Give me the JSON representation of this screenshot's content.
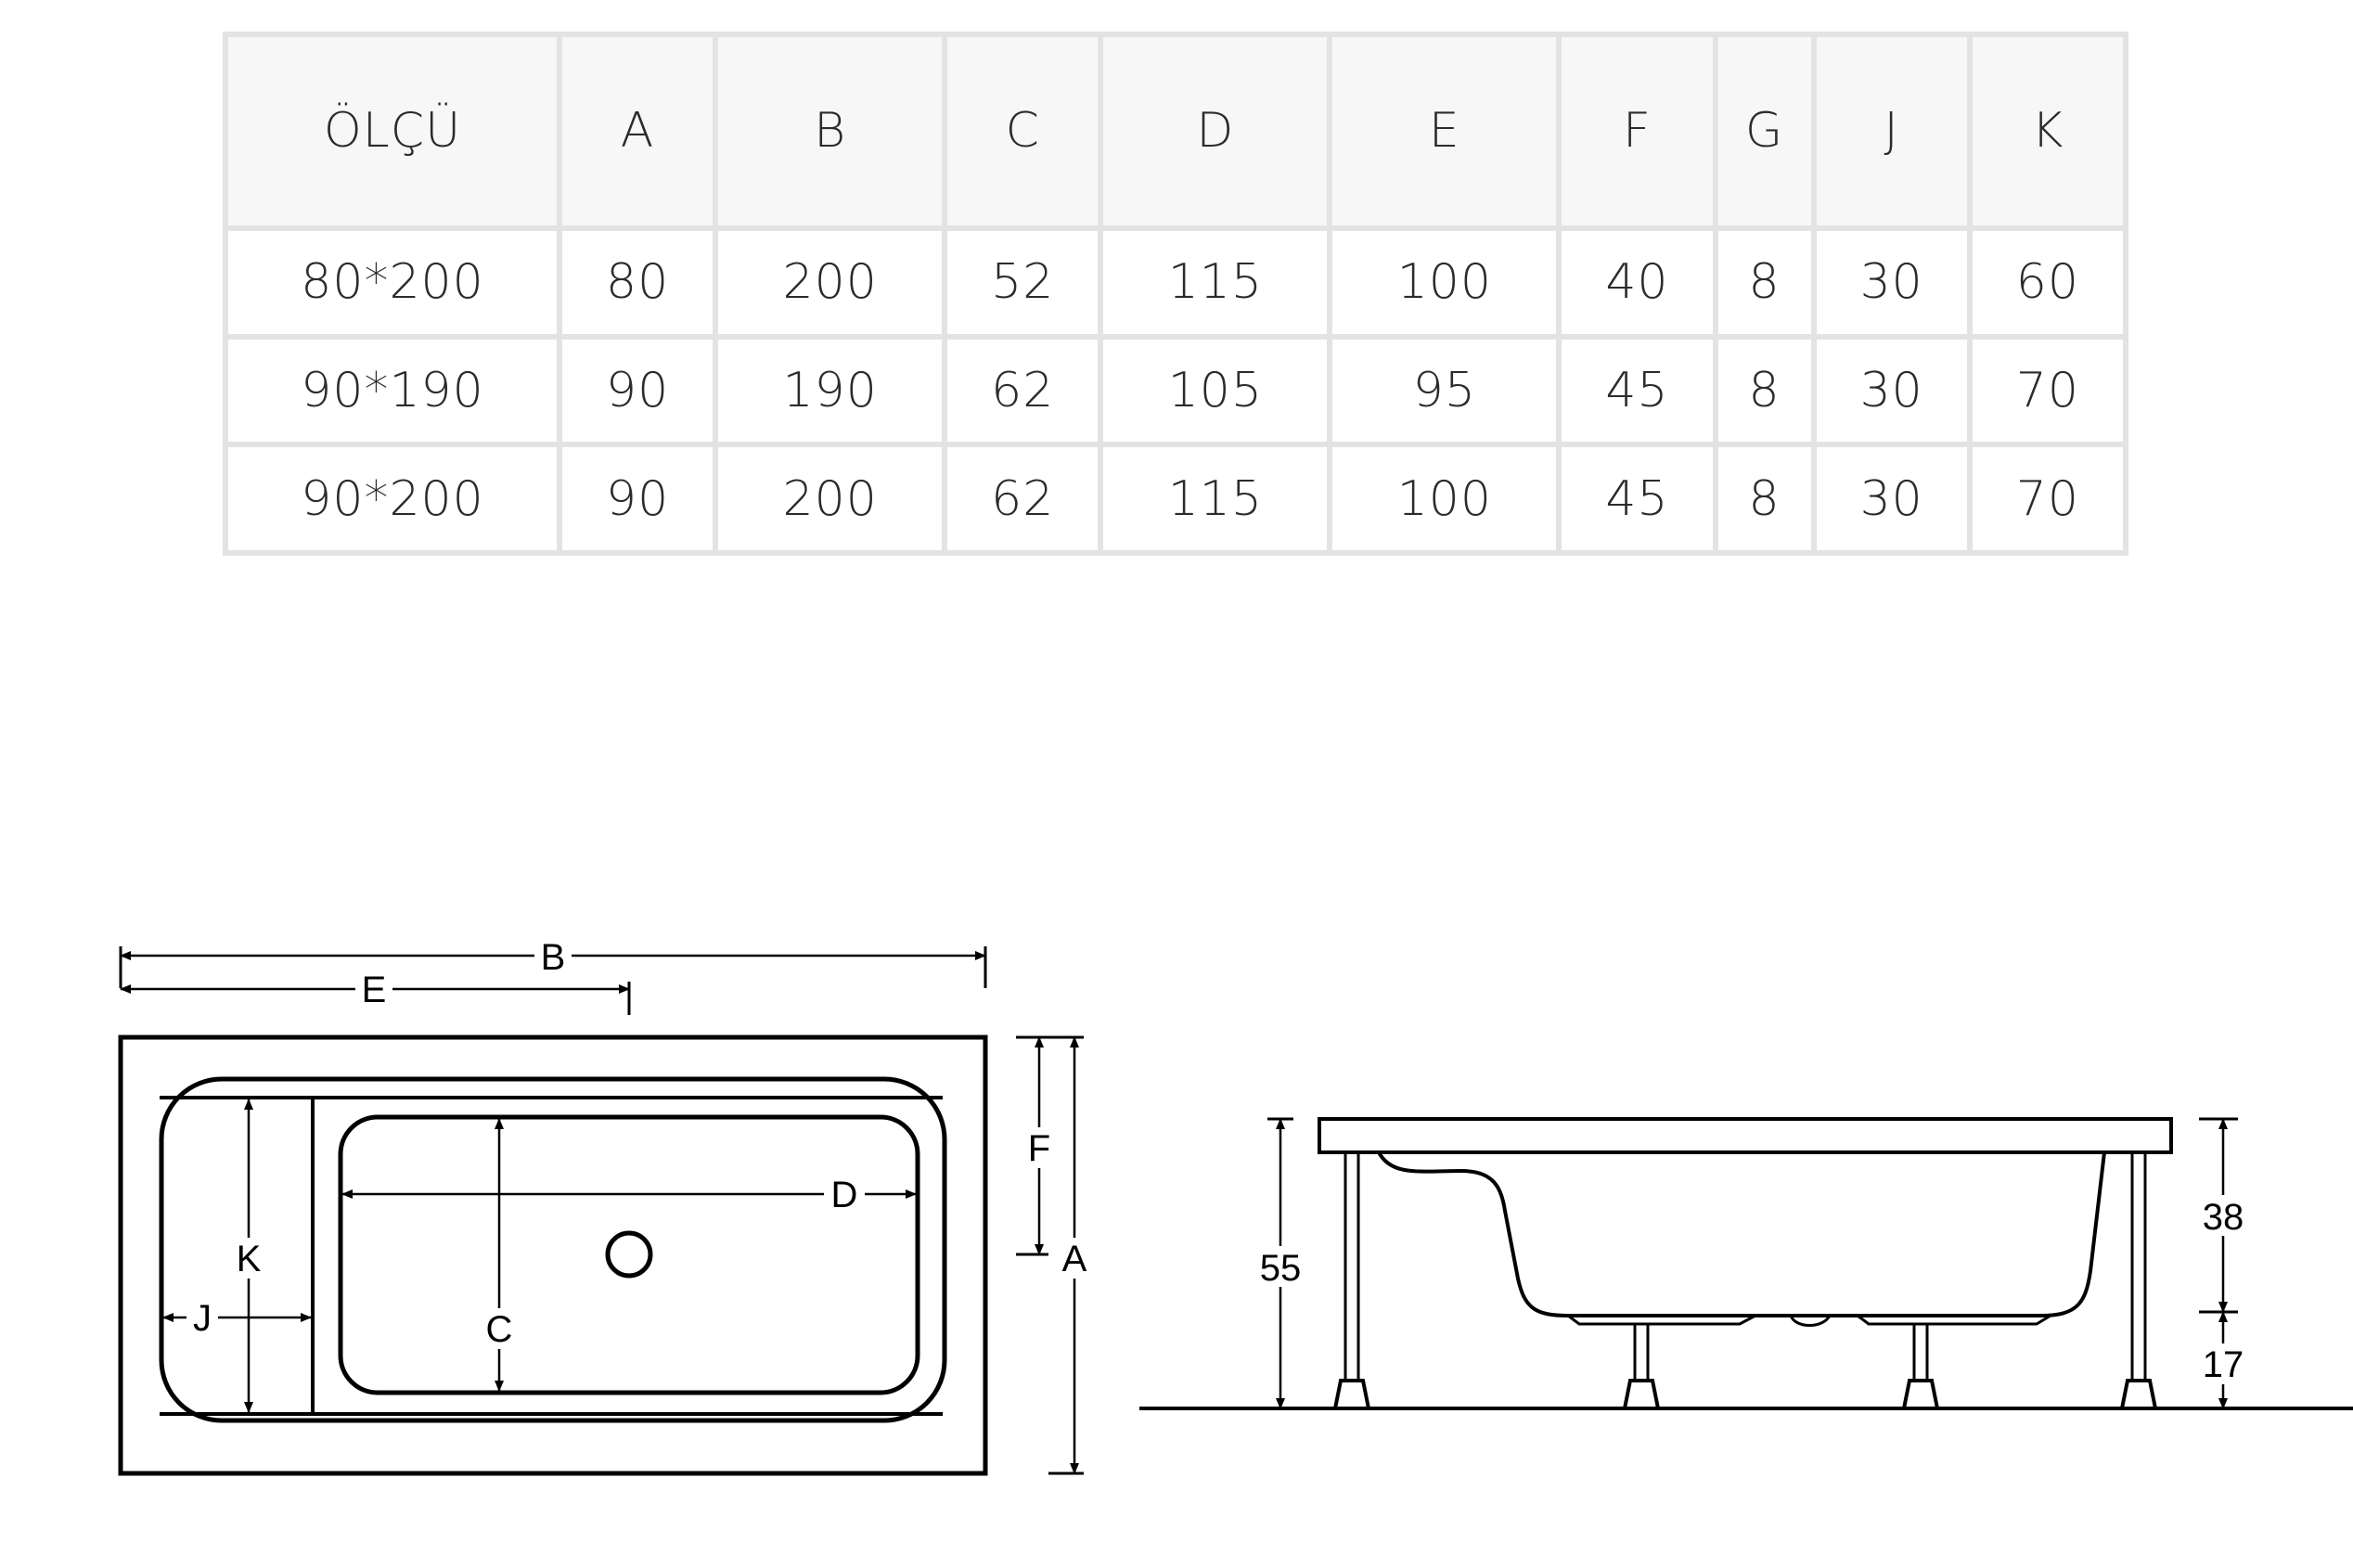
{
  "table": {
    "headers": [
      "ÖLÇÜ",
      "A",
      "B",
      "C",
      "D",
      "E",
      "F",
      "G",
      "J",
      "K"
    ],
    "rows": [
      [
        "80*200",
        "80",
        "200",
        "52",
        "115",
        "100",
        "40",
        "8",
        "30",
        "60"
      ],
      [
        "90*190",
        "90",
        "190",
        "62",
        "105",
        "95",
        "45",
        "8",
        "30",
        "70"
      ],
      [
        "90*200",
        "90",
        "200",
        "62",
        "115",
        "100",
        "45",
        "8",
        "30",
        "70"
      ]
    ]
  },
  "top_view": {
    "labels": {
      "b": "B",
      "e": "E",
      "f": "F",
      "a": "A",
      "d": "D",
      "k": "K",
      "c": "C",
      "j": "J"
    }
  },
  "side_view": {
    "labels": {
      "height": "55",
      "rim": "38",
      "leg": "17"
    }
  },
  "colors": {
    "grid": "#e3e3e3",
    "header_bg": "#f7f7f7",
    "text": "#2b2b2b",
    "line": "#000000"
  }
}
